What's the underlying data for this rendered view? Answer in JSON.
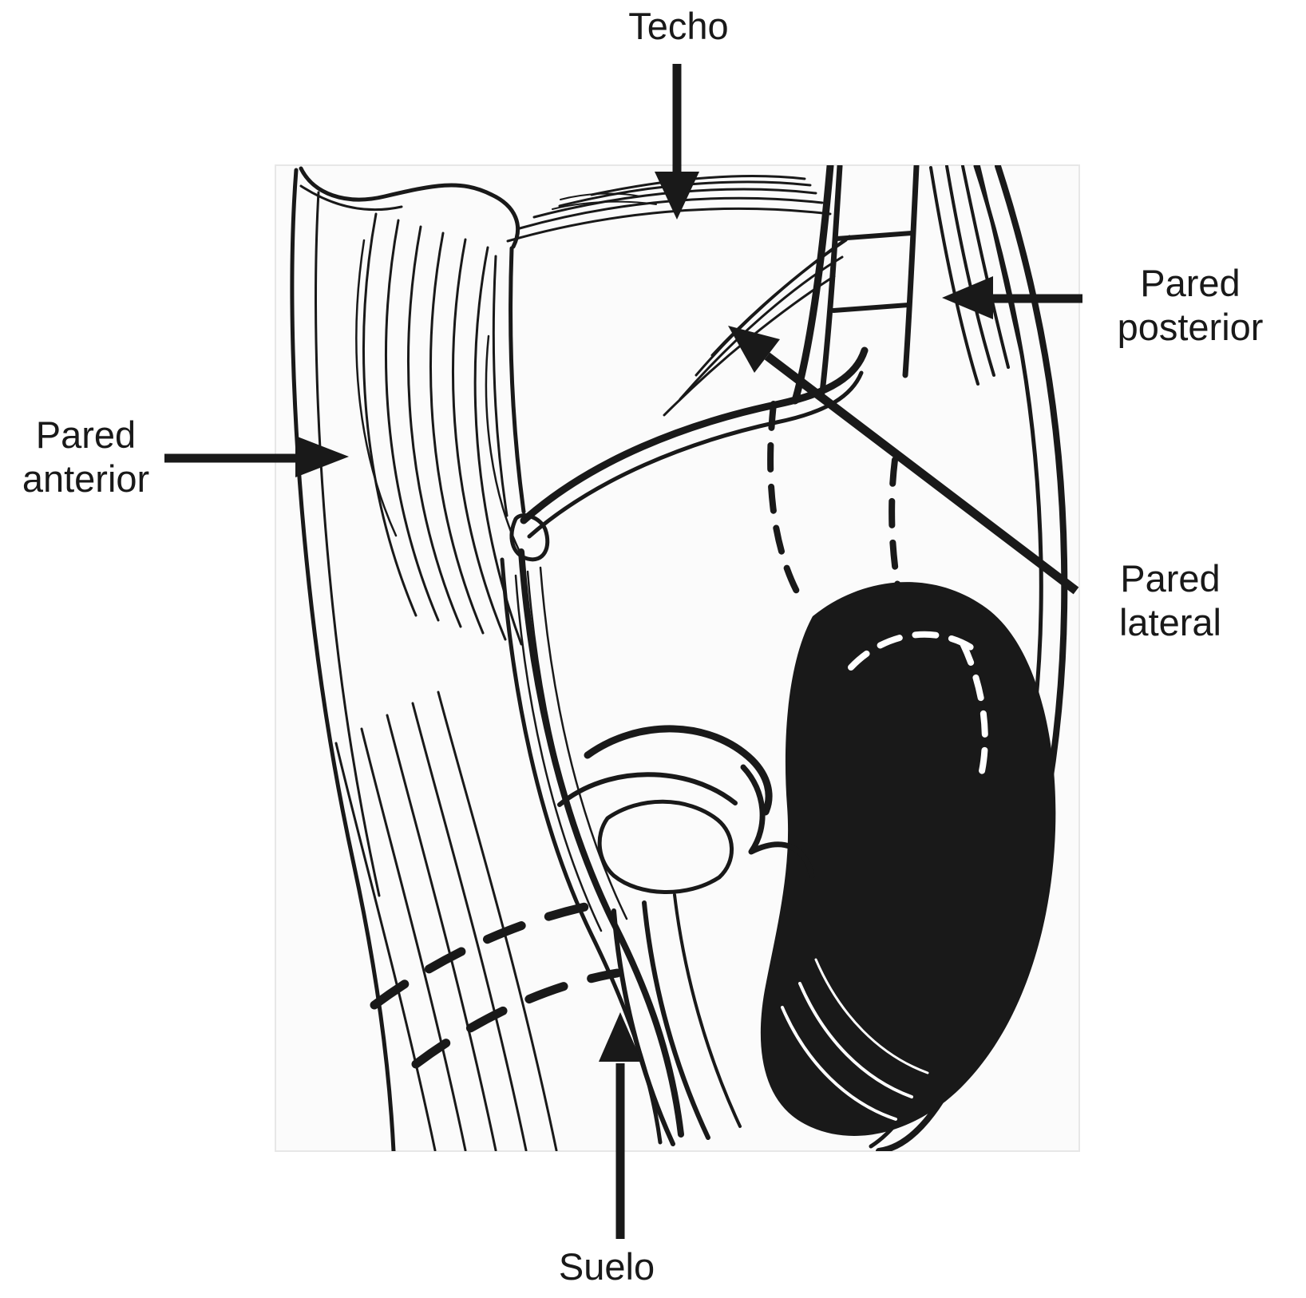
{
  "figure": {
    "labels": {
      "techo": "Techo",
      "pared_posterior": "Pared posterior",
      "pared_anterior": "Pared anterior",
      "pared_lateral": "Pared lateral",
      "suelo": "Suelo"
    },
    "colors": {
      "ink": "#191919",
      "panel_bg": "#fbfbfb",
      "page_bg": "#ffffff"
    }
  }
}
